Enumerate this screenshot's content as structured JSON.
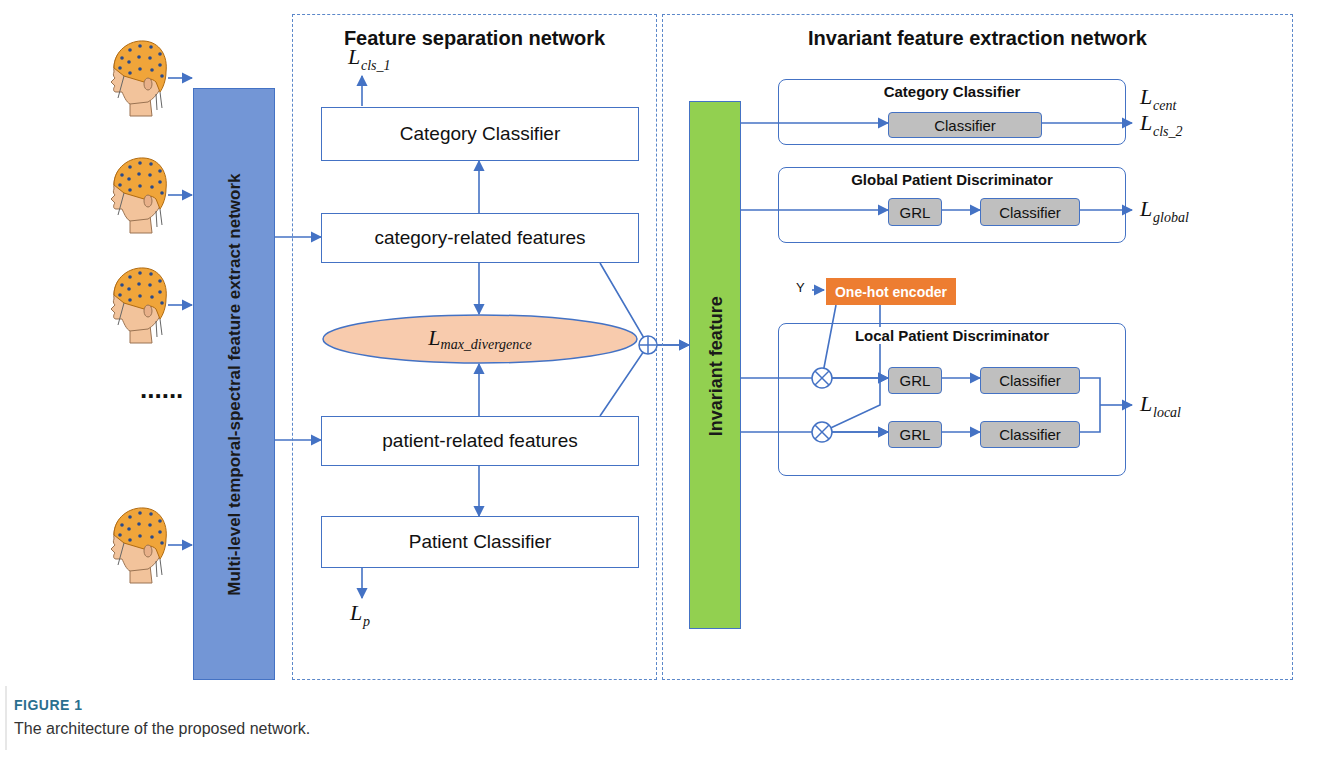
{
  "diagram": {
    "caption": "The architecture of the proposed network.",
    "nodes": [
      {
        "text": [
          "Multi-level temporal-spectral feature extract network"
        ]
      },
      {
        "text": [
          "Feature separation network"
        ]
      },
      {
        "text": [
          "Category Classifier"
        ],
        "in": 1
      },
      {
        "text": [
          "category-related features"
        ],
        "in": 1
      },
      {
        "text": [
          "L",
          "max_divergence"
        ],
        "in": 1
      },
      {
        "text": [
          "patient-related features"
        ],
        "in": 1
      },
      {
        "text": [
          "Patient Classifier"
        ],
        "in": 1
      },
      {
        "text": [
          "Invariant feature extraction network"
        ]
      },
      {
        "text": [
          "Invariant feature"
        ],
        "in": 7
      },
      {
        "text": [
          "Category Classifier"
        ],
        "in": 7
      },
      {
        "text": [
          "Classifier"
        ],
        "in": 9
      },
      {
        "text": [
          "Global Patient Discriminator"
        ],
        "in": 7
      },
      {
        "text": [
          "GRL"
        ],
        "in": 11
      },
      {
        "text": [
          "Classifier"
        ],
        "in": 11
      },
      {
        "text": [
          "One-hot encoder"
        ],
        "in": 7
      },
      {
        "text": [
          "Local Patient Discriminator"
        ],
        "in": 7
      },
      {
        "text": [
          "GRL"
        ],
        "in": 15
      },
      {
        "text": [
          "Classifier"
        ],
        "in": 15
      },
      {
        "text": [
          "GRL"
        ],
        "in": 15
      },
      {
        "text": [
          "Classifier"
        ],
        "in": 15
      }
    ],
    "edges": [
      {
        "from": 0,
        "to": 3,
        "arrow": "to"
      },
      {
        "from": 0,
        "to": 5,
        "arrow": "to"
      },
      {
        "from": 3,
        "to": 2,
        "arrow": "to"
      },
      {
        "from": 3,
        "to": 4,
        "arrow": "to"
      },
      {
        "from": 5,
        "to": 4,
        "arrow": "to"
      },
      {
        "from": 5,
        "to": 6,
        "arrow": "to"
      },
      {
        "from": 3,
        "to": 8,
        "arrow": "to"
      },
      {
        "from": 5,
        "to": 8,
        "arrow": "to"
      },
      {
        "from": 8,
        "to": 10,
        "arrow": "to"
      },
      {
        "from": 8,
        "to": 12,
        "arrow": "to"
      },
      {
        "from": 12,
        "to": 13,
        "arrow": "to"
      },
      {
        "from": 8,
        "to": 16,
        "arrow": "to"
      },
      {
        "from": 8,
        "to": 18,
        "arrow": "to"
      },
      {
        "from": 14,
        "to": 16,
        "arrow": "to"
      },
      {
        "from": 14,
        "to": 18,
        "arrow": "to"
      },
      {
        "from": 16,
        "to": 17,
        "arrow": "to"
      },
      {
        "from": 18,
        "to": 19,
        "arrow": "to"
      }
    ],
    "labels": [
      "L",
      "cls_1",
      "L",
      "p",
      "L",
      "cent",
      "L",
      "cls_2",
      "L",
      "global",
      "L",
      "local",
      "Y",
      "......",
      "FIGURE 1"
    ]
  }
}
